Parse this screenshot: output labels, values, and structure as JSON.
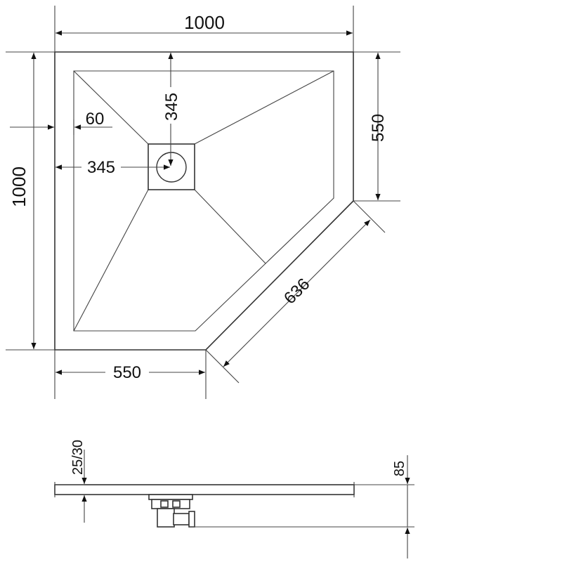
{
  "plan_view": {
    "dimensions": {
      "overall_width": "1000",
      "overall_depth": "1000",
      "right_side_length": "550",
      "front_side_length": "550",
      "diagonal_length": "636",
      "drain_offset_top": "345",
      "drain_offset_left": "345",
      "rim_width": "60"
    }
  },
  "side_view": {
    "dimensions": {
      "edge_thickness": "25/30",
      "total_height": "85"
    }
  },
  "colors": {
    "line": "#333333",
    "background": "#ffffff"
  }
}
